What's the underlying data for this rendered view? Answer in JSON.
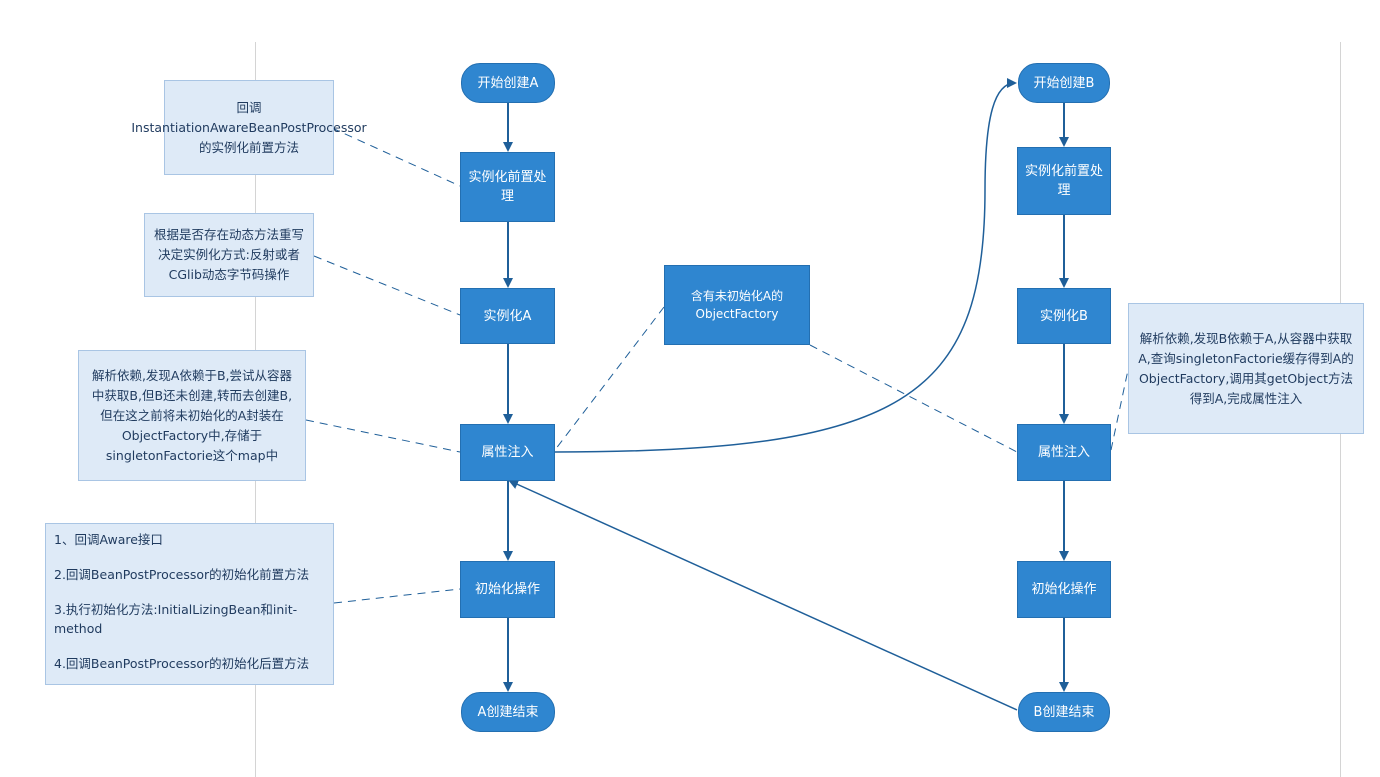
{
  "flowA": {
    "start": "开始创建A",
    "pre": "实例化前置处理",
    "inst": "实例化A",
    "inject": "属性注入",
    "init": "初始化操作",
    "end": "A创建结束"
  },
  "flowB": {
    "start": "开始创建B",
    "pre": "实例化前置处理",
    "inst": "实例化B",
    "inject": "属性注入",
    "init": "初始化操作",
    "end": "B创建结束"
  },
  "notes": {
    "pre": "回调InstantiationAwareBeanPostProcessor的实例化前置方法",
    "inst": "根据是否存在动态方法重写决定实例化方式:反射或者CGlib动态字节码操作",
    "injectA": "解析依赖,发现A依赖于B,尝试从容器中获取B,但B还未创建,转而去创建B,但在这之前将未初始化的A封装在ObjectFactory中,存储于singletonFactorie这个map中",
    "injectB": "解析依赖,发现B依赖于A,从容器中获取A,查询singletonFactorie缓存得到A的ObjectFactory,调用其getObject方法得到A,完成属性注入",
    "init": [
      "1、回调Aware接口",
      "2.回调BeanPostProcessor的初始化前置方法",
      "3.执行初始化方法:InitialLizingBean和init-method",
      "4.回调BeanPostProcessor的初始化后置方法"
    ]
  },
  "objectFactory": "含有未初始化A的ObjectFactory",
  "colors": {
    "node": "#2f86d0",
    "note": "#deeaf7",
    "wire": "#1f5f99"
  }
}
